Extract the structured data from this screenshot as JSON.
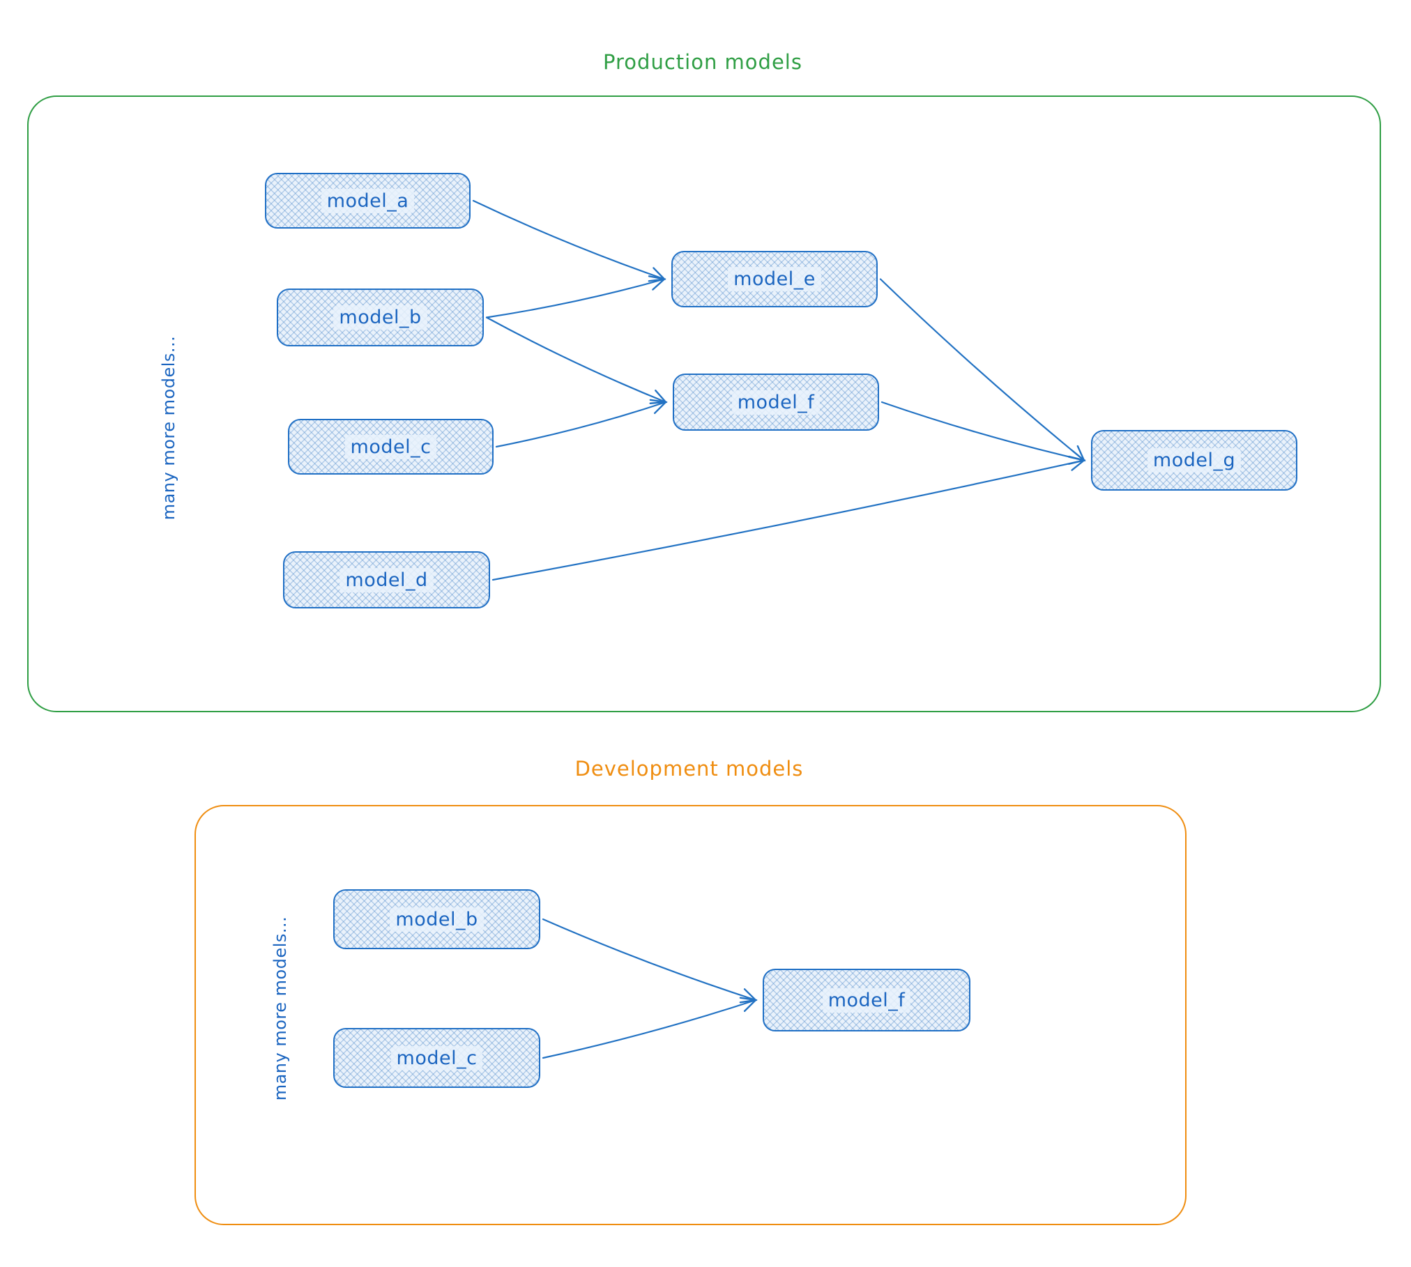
{
  "production": {
    "title": "Production models",
    "side_label": "many more models...",
    "nodes": {
      "model_a": {
        "label": "model_a"
      },
      "model_b": {
        "label": "model_b"
      },
      "model_c": {
        "label": "model_c"
      },
      "model_d": {
        "label": "model_d"
      },
      "model_e": {
        "label": "model_e"
      },
      "model_f": {
        "label": "model_f"
      },
      "model_g": {
        "label": "model_g"
      }
    },
    "edges": [
      {
        "from": "model_a",
        "to": "model_e"
      },
      {
        "from": "model_b",
        "to": "model_e"
      },
      {
        "from": "model_b",
        "to": "model_f"
      },
      {
        "from": "model_c",
        "to": "model_f"
      },
      {
        "from": "model_e",
        "to": "model_g"
      },
      {
        "from": "model_f",
        "to": "model_g"
      },
      {
        "from": "model_d",
        "to": "model_g"
      }
    ]
  },
  "development": {
    "title": "Development models",
    "side_label": "many more models...",
    "nodes": {
      "model_b": {
        "label": "model_b"
      },
      "model_c": {
        "label": "model_c"
      },
      "model_f": {
        "label": "model_f"
      }
    },
    "edges": [
      {
        "from": "model_b",
        "to": "model_f"
      },
      {
        "from": "model_c",
        "to": "model_f"
      }
    ]
  },
  "colors": {
    "node_stroke": "#1f6fc5",
    "node_fill": "#eaf2fb",
    "arrow": "#2272c3",
    "production_accent": "#2f9e44",
    "development_accent": "#ef8d10"
  }
}
